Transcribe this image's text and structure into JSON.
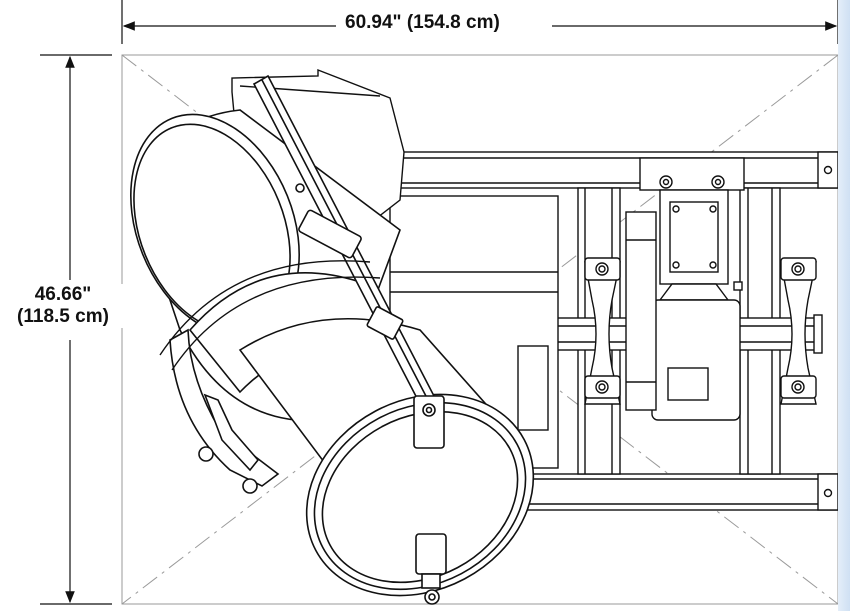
{
  "dimensions": {
    "width": {
      "in": "60.94\"",
      "cm": "(154.8 cm)"
    },
    "height": {
      "in": "46.66\"",
      "cm": "(118.5 cm)"
    }
  },
  "colors": {
    "line": "#111111",
    "construction": "#9a9a9a",
    "edge_strip": "#cfe0f3"
  }
}
